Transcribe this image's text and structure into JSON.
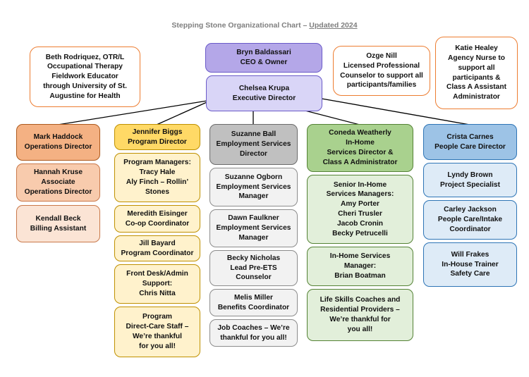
{
  "title": {
    "main": "Stepping Stone Organizational Chart – ",
    "updated": "Updated  2024"
  },
  "notes": {
    "beth": "Beth Rodriquez, OTR/L\nOccupational Therapy\nFieldwork Educator\nthrough University of St.\nAugustine for Health",
    "ozge": "Ozge Nill\nLicensed Professional\nCounselor to support all\nparticipants/families",
    "katie": "Katie Healey\nAgency Nurse to\nsupport all\nparticipants &\nClass A Assistant\nAdministrator"
  },
  "ceo": "Bryn Baldassari\nCEO & Owner",
  "exec": "Chelsea Krupa\nExecutive Director",
  "operations": {
    "head": "Mark Haddock\nOperations Director",
    "items": [
      "Hannah Kruse\nAssociate\nOperations Director",
      "Kendall Beck\nBilling Assistant"
    ]
  },
  "program": {
    "head": "Jennifer Biggs\nProgram Director",
    "items": [
      "Program Managers:\nTracy Hale\nAly Finch – Rollin’\nStones",
      "Meredith Eisinger\nCo-op Coordinator",
      "Jill Bayard\nProgram Coordinator",
      "Front Desk/Admin\nSupport:\nChris Nitta",
      "Program\nDirect-Care Staff –\nWe’re thankful\nfor you all!"
    ]
  },
  "employment": {
    "head": "Suzanne Ball\nEmployment Services\nDirector",
    "items": [
      "Suzanne Ogborn\nEmployment Services\nManager",
      "Dawn Faulkner\nEmployment Services\nManager",
      "Becky Nicholas\nLead Pre-ETS\nCounselor",
      "Melis Miller\nBenefits Coordinator",
      "Job Coaches – We’re\nthankful for you all!"
    ]
  },
  "inhome": {
    "head": "Coneda Weatherly\nIn-Home\nServices Director &\nClass A Administrator",
    "items": [
      "Senior In-Home\nServices Managers:\nAmy Porter\nCheri Trusler\nJacob Cronin\nBecky Petrucelli",
      "In-Home Services\nManager:\nBrian Boatman",
      "Life Skills Coaches and\nResidential Providers –\nWe’re thankful for\nyou all!"
    ]
  },
  "peoplecare": {
    "head": "Crista Carnes\nPeople Care Director",
    "items": [
      "Lyndy Brown\nProject Specialist",
      "Carley Jackson\nPeople Care/Intake\nCoordinator",
      "Will Frakes\nIn-House Trainer\nSafety Care"
    ]
  }
}
